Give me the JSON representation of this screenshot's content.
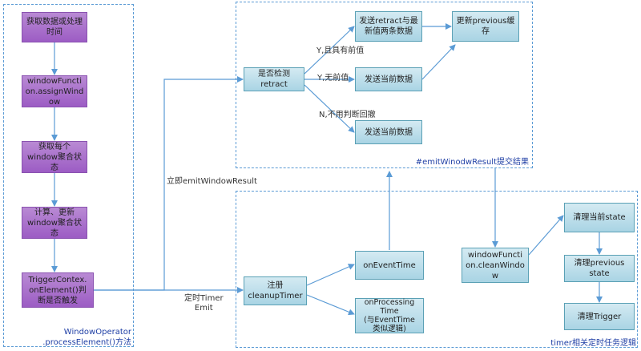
{
  "left_frame": {
    "label": "WindowOperator\n.processElement()方法",
    "nodes": [
      "获取数据或处理\n时间",
      "windowFuncti\non.assignWind\now",
      "获取每个\nwindow聚合状\n态",
      "计算、更新\nwindow聚合状\n态",
      "TriggerContex.\nonElement()判\n断是否触发"
    ]
  },
  "emit_frame": {
    "label": "#emitWinodwResult提交结果",
    "check": "是否检测retract",
    "send_retract": "发送retract与最\n新值两条数据",
    "update_prev": "更新previous缓\n存",
    "send_current_1": "发送当前数据",
    "send_current_2": "发送当前数据"
  },
  "timer_frame": {
    "label": "timer相关定时任务逻辑",
    "register": "注册\ncleanupTimer",
    "on_event_time": "onEventTime",
    "on_processing_time": "onProcessing\nTime\n(与EventTime\n类似逻辑)",
    "clean_window": "windowFuncti\non.cleanWindo\nw",
    "clean_state": "清理当前state",
    "clean_prev": "清理previous\nstate",
    "clean_trigger": "清理Trigger"
  },
  "edge_labels": {
    "y_has_prev": "Y,且具有前值",
    "y_no_prev": "Y,无前值",
    "n_no_check": "N,不用判断回撤",
    "immediate": "立即emitWindowResult",
    "timer_emit": "定时Timer\nEmit"
  },
  "colors": {
    "frame": "#5b9bd5",
    "arrow": "#5b9bd5",
    "purple_node": "#a86ccb",
    "blue_node": "#b9dcea"
  }
}
